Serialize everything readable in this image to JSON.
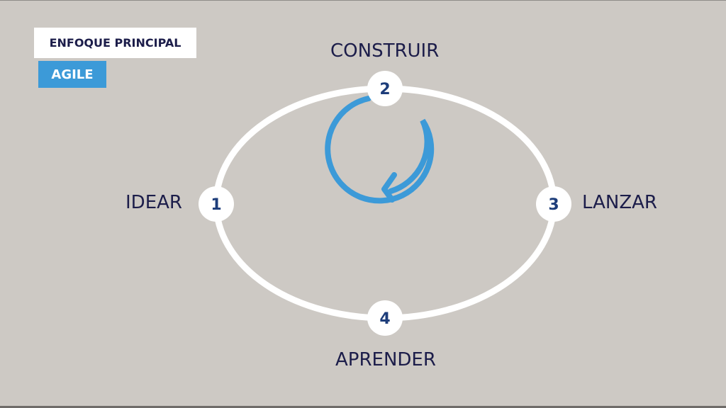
{
  "header": {
    "title": "ENFOQUE PRINCIPAL",
    "badge": "AGILE"
  },
  "stages": [
    {
      "number": "1",
      "label": "IDEAR"
    },
    {
      "number": "2",
      "label": "CONSTRUIR"
    },
    {
      "number": "3",
      "label": "LANZAR"
    },
    {
      "number": "4",
      "label": "APRENDER"
    }
  ],
  "colors": {
    "background": "#cdc9c4",
    "ring": "#ffffff",
    "accent": "#3c9ad8",
    "text": "#1c1d4a",
    "node_text": "#1d3d7a"
  },
  "icons": {
    "loop": "circular-arrow-icon"
  }
}
